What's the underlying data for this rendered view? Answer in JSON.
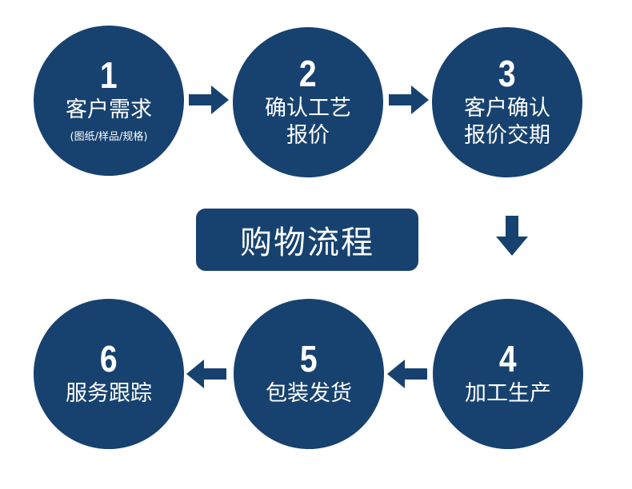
{
  "title": "购物流程",
  "steps": [
    {
      "num": "1",
      "label": "客户需求",
      "sub": "(图纸/样品/规格)"
    },
    {
      "num": "2",
      "line1": "确认工艺",
      "line2": "报价"
    },
    {
      "num": "3",
      "line1": "客户确认",
      "line2": "报价交期"
    },
    {
      "num": "4",
      "label": "加工生产"
    },
    {
      "num": "5",
      "label": "包装发货"
    },
    {
      "num": "6",
      "label": "服务跟踪"
    }
  ],
  "colors": {
    "primary": "#17426f",
    "background": "#ffffff"
  },
  "icons": [
    "arrow-right-icon",
    "arrow-down-icon",
    "arrow-left-icon"
  ]
}
